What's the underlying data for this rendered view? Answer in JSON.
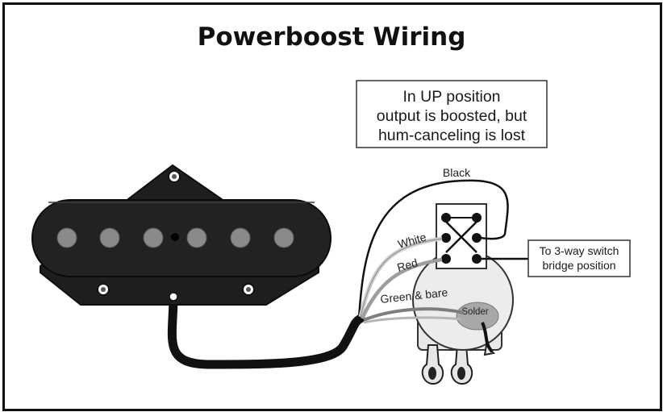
{
  "diagram": {
    "title": "Powerboost Wiring",
    "note": {
      "lines": [
        "In UP position",
        "output is boosted, but",
        "hum-canceling is lost"
      ]
    },
    "wires": {
      "black": "Black",
      "white": "White",
      "red": "Red",
      "green_bare": "Green & bare"
    },
    "solder_label": "Solder",
    "callout": {
      "lines": [
        "To 3-way switch",
        "bridge position"
      ]
    },
    "colors": {
      "pickup": "#1c1c1c",
      "pole_piece": "#8a8a8a",
      "wire_black": "#111111",
      "wire_white": "#cfcfcf",
      "wire_red": "#9d9d9d",
      "wire_green": "#7e7e7e",
      "pot_body": "#e6e6e6",
      "solder": "#a8a8a8"
    }
  }
}
